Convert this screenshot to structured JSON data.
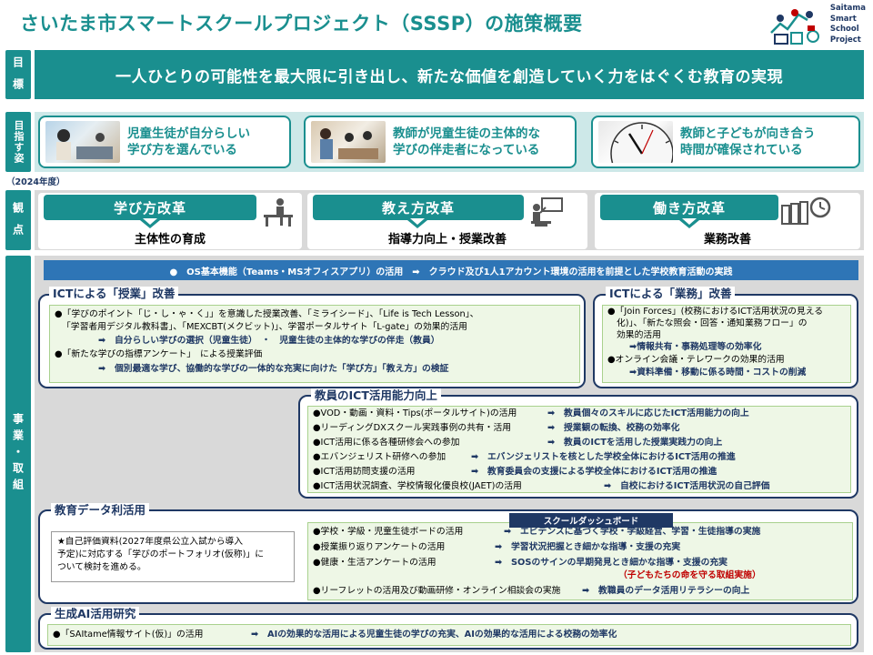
{
  "title": "さいたま市スマートスクールプロジェクト（SSSP）の施策概要",
  "logo": {
    "lines": [
      "Saitama",
      "Smart",
      "School",
      "Project"
    ]
  },
  "side_labels": {
    "goal": "目 標",
    "vision": "目指す姿",
    "viewpoint": "観 点",
    "projects": "事業・取組"
  },
  "goal": "一人ひとりの可能性を最大限に引き出し、新たな価値を創造していく力をはぐくむ教育の実現",
  "visions": [
    {
      "text": "児童生徒が自分らしい\n学び方を選んでいる"
    },
    {
      "text": "教師が児童生徒の主体的な\n学びの伴走者になっている"
    },
    {
      "text": "教師と子どもが向き合う\n時間が確保されている"
    }
  ],
  "year": "（2024年度）",
  "viewpoints": [
    {
      "label": "学び方改革",
      "sub": "主体性の育成",
      "icon": "desk-student-icon"
    },
    {
      "label": "教え方改革",
      "sub": "指導力向上・授業改善",
      "icon": "teacher-board-icon"
    },
    {
      "label": "働き方改革",
      "sub": "業務改善",
      "icon": "files-clock-icon"
    }
  ],
  "os_bar": "●　OS基本機能（Teams・MSオフィスアプリ）の活用　➡　クラウド及び1人1アカウント環境の活用を前提とした学校教育活動の実践",
  "ict_class": {
    "heading": "ICTによる「授業」改善",
    "l1a": "●「学びのポイント「じ・し・ゃ・く」」を意識した授業改善、「ミライシード」、「Life is Tech Lesson」、",
    "l1b": "「学習者用デジタル教科書」、「MEXCBT(メクビット)」、学習ポータルサイト「L-gate」の効果的活用",
    "l2": "➡　自分らしい学びの選択（児童生徒）　・　児童生徒の主体的な学びの伴走（教員）",
    "l3": "●「新たな学びの指標アンケート」　による授業評価",
    "l4": "➡　個別最適な学び、協働的な学びの一体的な充実に向けた「学び方」「教え方」の検証"
  },
  "ict_work": {
    "heading": "ICTによる「業務」改善",
    "l1": "●「Join Forces」(校務におけるICT活用状況の見える",
    "l2": "化)」、「新たな照会・回答・通知業務フロー」の",
    "l3": "効果的活用",
    "l4": "➡情報共有・事務処理等の効率化",
    "l5": "●オンライン会議・テレワークの効果的活用",
    "l6": "➡資料準備・移動に係る時間・コストの削減"
  },
  "ict_skill": {
    "heading": "教員のICT活用能力向上",
    "rows": [
      {
        "l": "●VOD・動画・資料・Tips(ポータルサイト)の活用",
        "r": "➡　教員個々のスキルに応じたICT活用能力の向上"
      },
      {
        "l": "●リーディングDXスクール実践事例の共有・活用",
        "r": "➡　授業観の転換、校務の効率化"
      },
      {
        "l": "●ICT活用に係る各種研修会への参加",
        "r": "➡　教員のICTを活用した授業実践力の向上"
      },
      {
        "l": "●エバンジェリスト研修への参加",
        "r": "➡　エバンジェリストを核とした学校全体におけるICT活用の推進"
      },
      {
        "l": "●ICT活用訪問支援の活用",
        "r": "➡　教育委員会の支援による学校全体におけるICT活用の推進"
      },
      {
        "l": "●ICT活用状況調査、学校情報化優良校(JAET)の活用",
        "r": "➡　自校におけるICT活用状況の自己評価"
      }
    ]
  },
  "edu_data": {
    "heading": "教育データ利活用",
    "note": "★自己評価資料(2027年度県公立入試から導入\n予定)に対応する「学びのポートフォリオ(仮称)」に\nついて検討を進める。",
    "dash_label": "スクールダッシュボード",
    "rows": [
      {
        "l": "●学校・学級・児童生徒ボードの活用",
        "r": "➡　エビデンスに基づく学校・学級経営、学習・生徒指導の実施"
      },
      {
        "l": "●授業振り返りアンケートの活用",
        "r": "➡　学習状況把握とき細かな指導・支援の充実"
      },
      {
        "l": "●健康・生活アンケートの活用",
        "r": "➡　SOSのサインの早期発見とき細かな指導・支援の充実"
      },
      {
        "l": "",
        "r": "（子どもたちの命を守る取組実施）"
      },
      {
        "l": "●リーフレットの活用及び動画研修・オンライン相談会の実施",
        "r": "➡　教職員のデータ活用リテラシーの向上"
      }
    ]
  },
  "ai": {
    "heading": "生成AI活用研究",
    "l": "●「SAItame情報サイト(仮)」の活用",
    "r": "➡　AIの効果的な活用による児童生徒の学びの充実、AIの効果的な活用による校務の効率化"
  },
  "colors": {
    "teal": "#1a8f8f",
    "navy": "#1f3864",
    "red": "#c00000",
    "blue": "#2e75b6",
    "gray": "#d9d9d9"
  }
}
